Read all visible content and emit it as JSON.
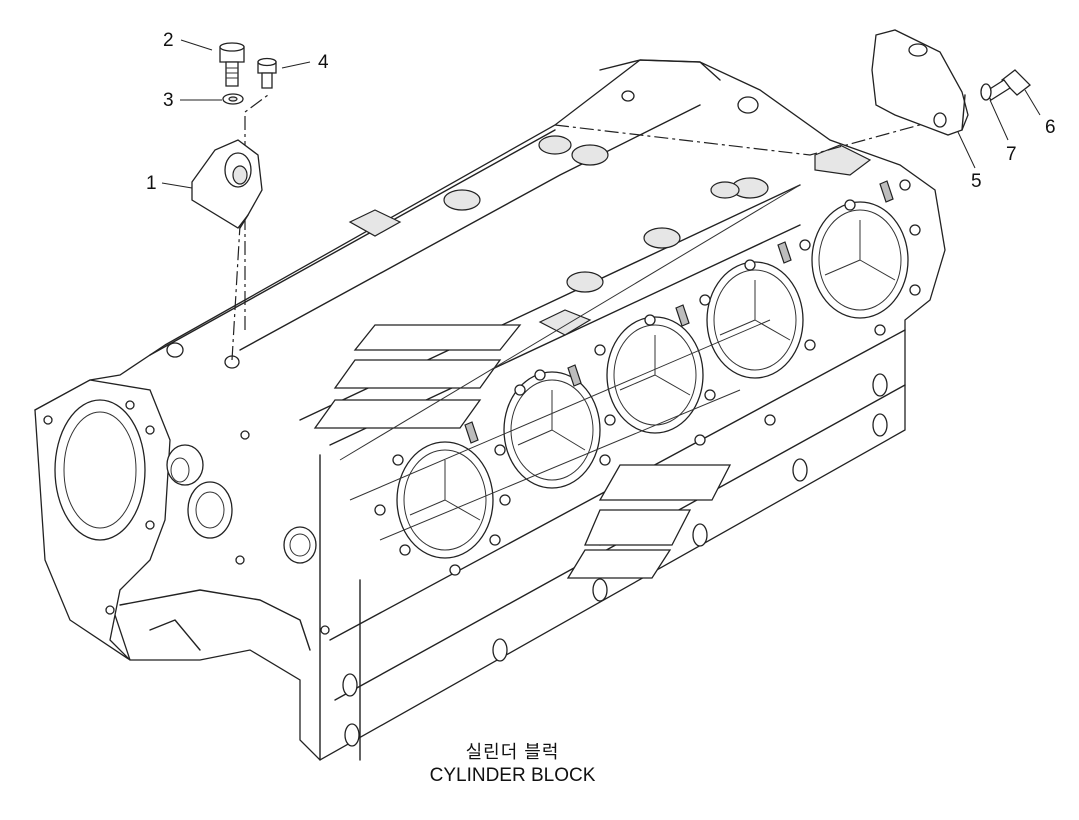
{
  "diagram": {
    "callouts": [
      {
        "id": "1",
        "label": "1"
      },
      {
        "id": "2",
        "label": "2"
      },
      {
        "id": "3",
        "label": "3"
      },
      {
        "id": "4",
        "label": "4"
      },
      {
        "id": "5",
        "label": "5"
      },
      {
        "id": "6",
        "label": "6"
      },
      {
        "id": "7",
        "label": "7"
      }
    ],
    "caption_korean": "실린더 블럭",
    "caption_english": "CYLINDER BLOCK"
  }
}
